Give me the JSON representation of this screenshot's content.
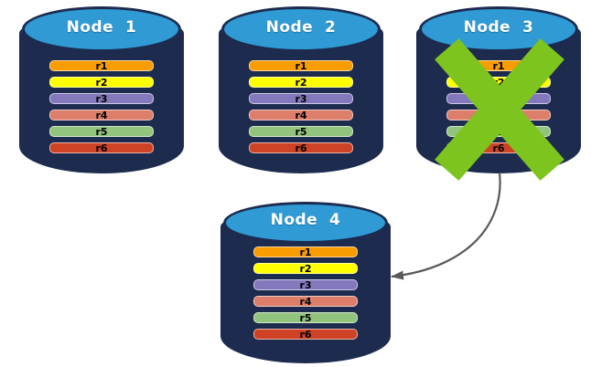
{
  "diagram": {
    "background": "#ffffff",
    "nodes": [
      {
        "id": "node-1",
        "label": "Node  1",
        "failed": false
      },
      {
        "id": "node-2",
        "label": "Node  2",
        "failed": false
      },
      {
        "id": "node-3",
        "label": "Node  3",
        "failed": true
      },
      {
        "id": "node-4",
        "label": "Node  4",
        "failed": false
      }
    ],
    "rows": [
      {
        "label": "r1",
        "color": "#f99c00"
      },
      {
        "label": "r2",
        "color": "#ffff00"
      },
      {
        "label": "r3",
        "color": "#8478bd"
      },
      {
        "label": "r4",
        "color": "#dd7e6b"
      },
      {
        "label": "r5",
        "color": "#93c47d"
      },
      {
        "label": "r6",
        "color": "#ce4226"
      }
    ],
    "colors": {
      "cylinder_body": "#1c2b4e",
      "cylinder_top": "#2f9ad4",
      "failure_x": "#7dc41e",
      "arrow": "#595959",
      "row_text": "#000000",
      "node_label_text": "#ffffff"
    },
    "failover_arrow": {
      "from": "Node  3",
      "to": "Node  4"
    }
  }
}
